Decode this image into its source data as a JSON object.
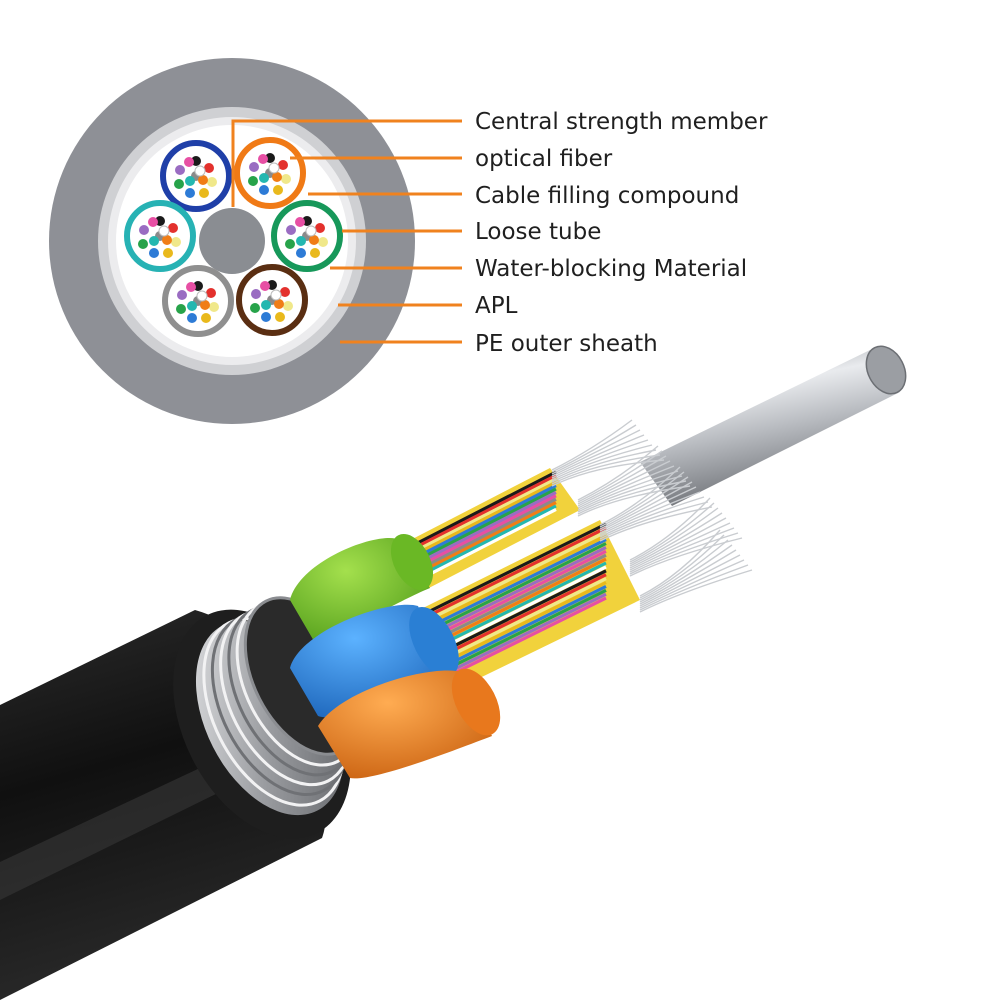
{
  "labels": [
    {
      "id": "central-strength-member",
      "text": "Central strength member"
    },
    {
      "id": "optical-fiber",
      "text": "optical fiber"
    },
    {
      "id": "cable-filling-compound",
      "text": "Cable filling compound"
    },
    {
      "id": "loose-tube",
      "text": "Loose tube"
    },
    {
      "id": "water-blocking-material",
      "text": "Water-blocking Material"
    },
    {
      "id": "apl",
      "text": "APL"
    },
    {
      "id": "pe-outer-sheath",
      "text": "PE outer sheath"
    }
  ],
  "colors": {
    "leader_line": "#f0821e",
    "outer_sheath": "#8e9096",
    "apl_ring": "#cfd0d3",
    "filling": "#ffffff",
    "central_member": "#8a8d92",
    "cable_jacket": "#161616",
    "tube_blue": "#1f3fa8",
    "tube_orange": "#f07a16",
    "tube_teal": "#27b2b4",
    "tube_green": "#17985a",
    "tube_grey": "#8f8f8f",
    "tube_brown": "#5a2e12",
    "tube_3d_green": "#7cc22a",
    "tube_3d_blue": "#2e8be3",
    "tube_3d_orange": "#f08328"
  },
  "fiber_colors": [
    "#1a1a1a",
    "#e3312d",
    "#f0e88a",
    "#e9b91c",
    "#2d7bd6",
    "#27a34a",
    "#9a6cc2",
    "#e74fa4",
    "#8a8a8a",
    "#f07d16",
    "#24b7b0",
    "#ffffff"
  ]
}
